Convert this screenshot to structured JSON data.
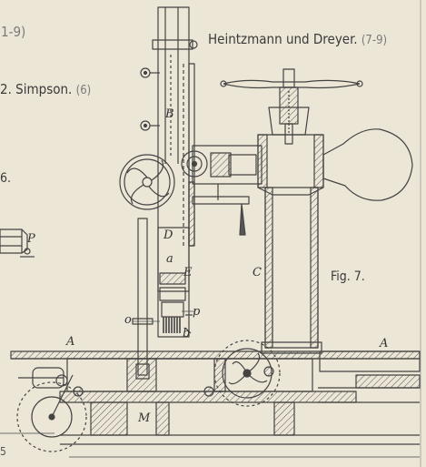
{
  "header": {
    "left_fragment": "1-9)",
    "right_title": "Heintzmann und Dreyer.",
    "right_range": "(7-9)",
    "simpson_name": "2. Simpson.",
    "simpson_ref": "(6)",
    "edge_six": "6."
  },
  "figure": {
    "caption": "Fig. 7.",
    "labels": {
      "A_left": "A",
      "A_right": "A",
      "B": "B",
      "C": "C",
      "D": "D",
      "E": "E",
      "a": "a",
      "b": "b",
      "o": "o",
      "p": "p",
      "P": "P",
      "M": "M",
      "edge_mark": "5"
    }
  },
  "colors": {
    "paper": "#ece6d6",
    "ink": "#3a3a3a",
    "faded_ink": "#7a7a7a"
  }
}
